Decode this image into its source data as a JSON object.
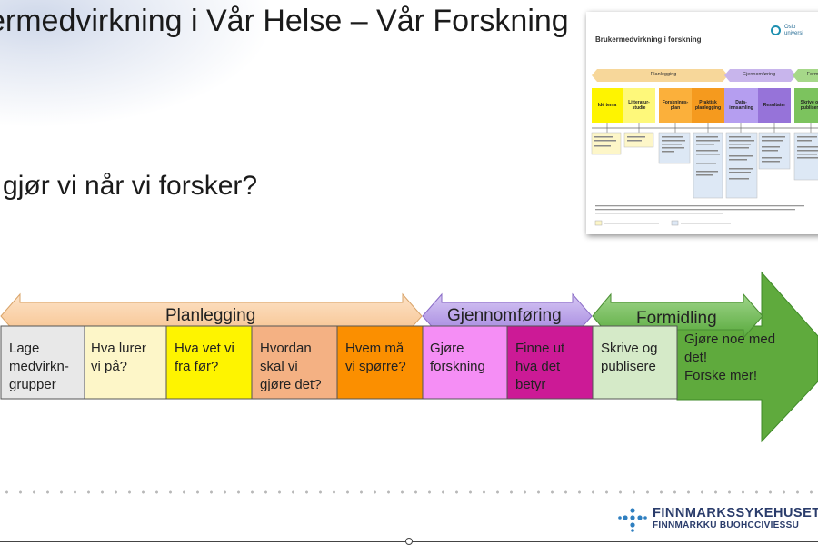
{
  "slide": {
    "title": "kermedvirkning i Vår Helse – Vår Forskning",
    "question": "a gjør vi når vi forsker?"
  },
  "diagram": {
    "stages": [
      {
        "label": "Planlegging",
        "color": "#f8cfa8"
      },
      {
        "label": "Gjennomføring",
        "color": "#b49ce0"
      },
      {
        "label": "Formidling",
        "color": "#6fbf5a"
      }
    ],
    "boxes": [
      {
        "lines": [
          "Lage",
          "medvirkn-",
          "grupper"
        ],
        "color": "#e8e8e8"
      },
      {
        "lines": [
          "Hva lurer",
          "vi på?"
        ],
        "color": "#fdf6c8"
      },
      {
        "lines": [
          "Hva vet vi",
          "fra før?"
        ],
        "color": "#fef400"
      },
      {
        "lines": [
          "Hvordan",
          "skal vi",
          "gjøre det?"
        ],
        "color": "#f4b183"
      },
      {
        "lines": [
          "Hvem må",
          "vi spørre?"
        ],
        "color": "#fb8f00"
      },
      {
        "lines": [
          "Gjøre",
          "forskning"
        ],
        "color": "#f58ef5"
      },
      {
        "lines": [
          "Finne ut",
          "hva det",
          "betyr"
        ],
        "color": "#cc1a96"
      },
      {
        "lines": [
          "Skrive og",
          "publisere"
        ],
        "color": "#d5eac8"
      },
      {
        "lines": [
          "Gjøre noe med",
          "det!",
          "Forske mer!"
        ],
        "color": "#5faa3d"
      }
    ]
  },
  "thumbnail": {
    "title": "Brukermedvirkning i forskning",
    "logo": [
      "Oslo",
      "universi"
    ],
    "stages": [
      "Planlegging",
      "Gjennomføring",
      "Form"
    ],
    "boxes": [
      "Idé tema",
      "Litteratur-studie",
      "Forsknings-plan",
      "Praktisk planlegging",
      "Data-innsamling",
      "Resultater",
      "Skrive og publisere"
    ]
  },
  "footer": {
    "org": "FINNMARKSSYKEHUSET",
    "org_sami": "FINNMÁRKKU BUOHCCIVIESSU"
  }
}
